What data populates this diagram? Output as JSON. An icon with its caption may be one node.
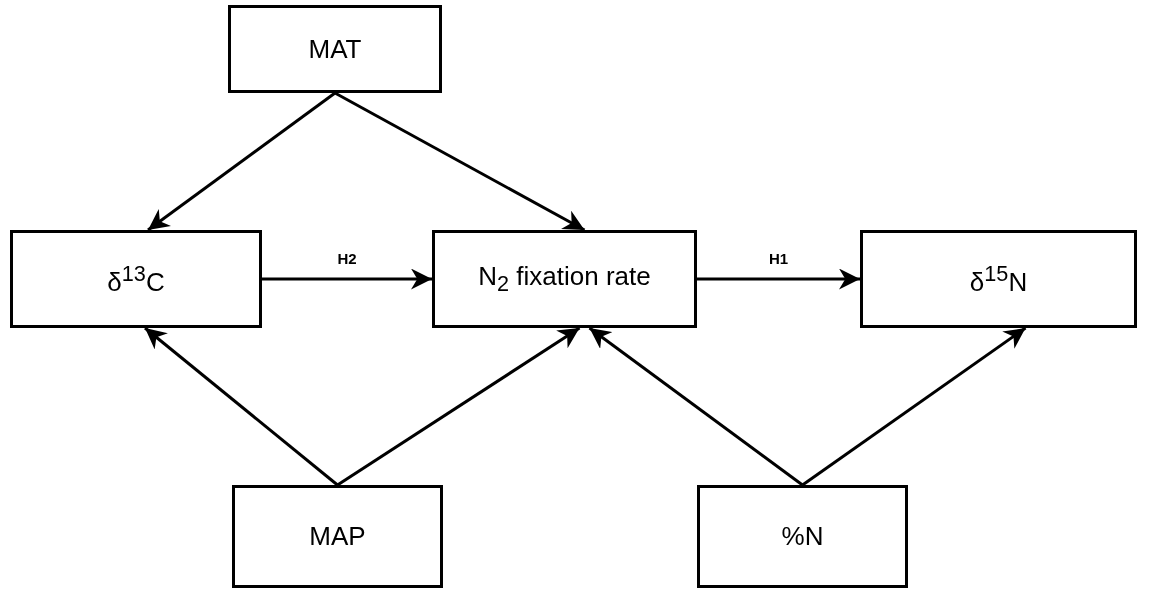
{
  "diagram": {
    "nodes": [
      {
        "text": [
          "MAT"
        ]
      },
      {
        "text": [
          "δ$^{13}$C"
        ]
      },
      {
        "text": [
          "N$_{2}$ fixation rate"
        ]
      },
      {
        "text": [
          "δ$^{15}$N"
        ]
      },
      {
        "text": [
          "MAP"
        ]
      },
      {
        "text": [
          "%N"
        ]
      }
    ],
    "edges": [
      {
        "from": 0,
        "to": 1,
        "arrow": "to"
      },
      {
        "from": 0,
        "to": 2,
        "arrow": "to"
      },
      {
        "from": 1,
        "to": 2,
        "arrow": "to",
        "label": "H2"
      },
      {
        "from": 2,
        "to": 3,
        "arrow": "to",
        "label": "H1"
      },
      {
        "from": 4,
        "to": 1,
        "arrow": "to"
      },
      {
        "from": 4,
        "to": 2,
        "arrow": "to"
      },
      {
        "from": 5,
        "to": 2,
        "arrow": "to"
      },
      {
        "from": 5,
        "to": 3,
        "arrow": "to"
      }
    ]
  }
}
